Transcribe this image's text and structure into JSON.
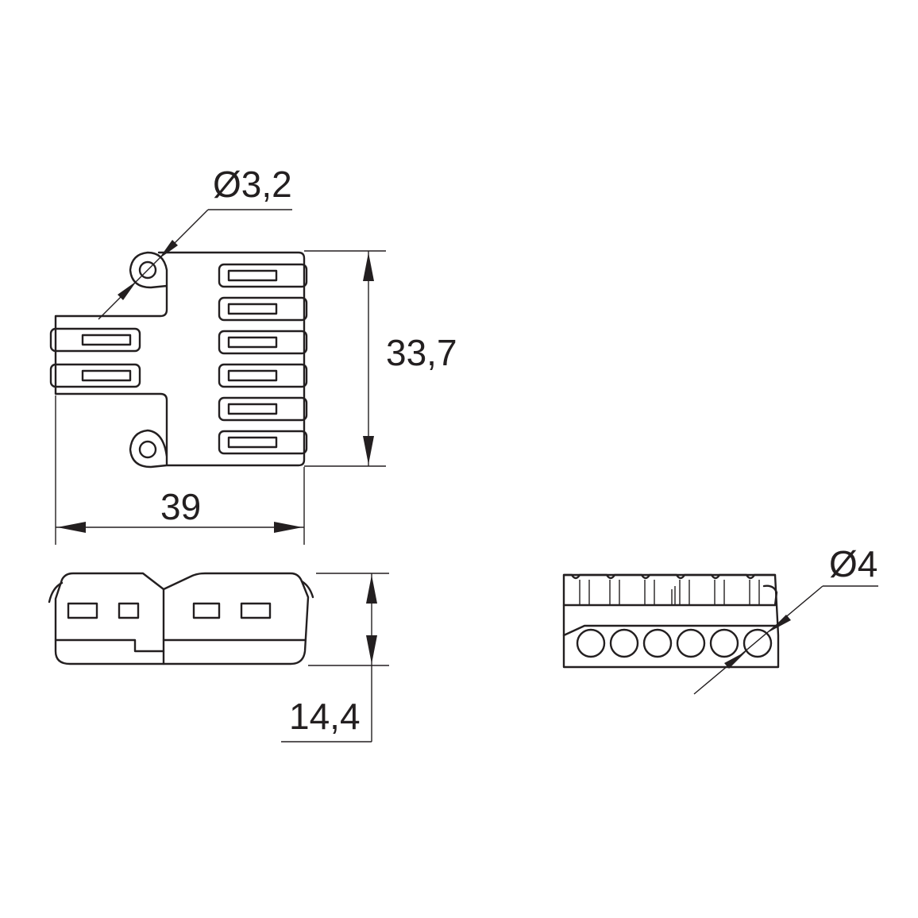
{
  "dimensions": {
    "hole_diameter": "Ø3,2",
    "height": "33,7",
    "width": "39",
    "depth": "14,4",
    "port_diameter": "Ø4"
  },
  "colors": {
    "line": "#231f20",
    "background": "#ffffff"
  }
}
